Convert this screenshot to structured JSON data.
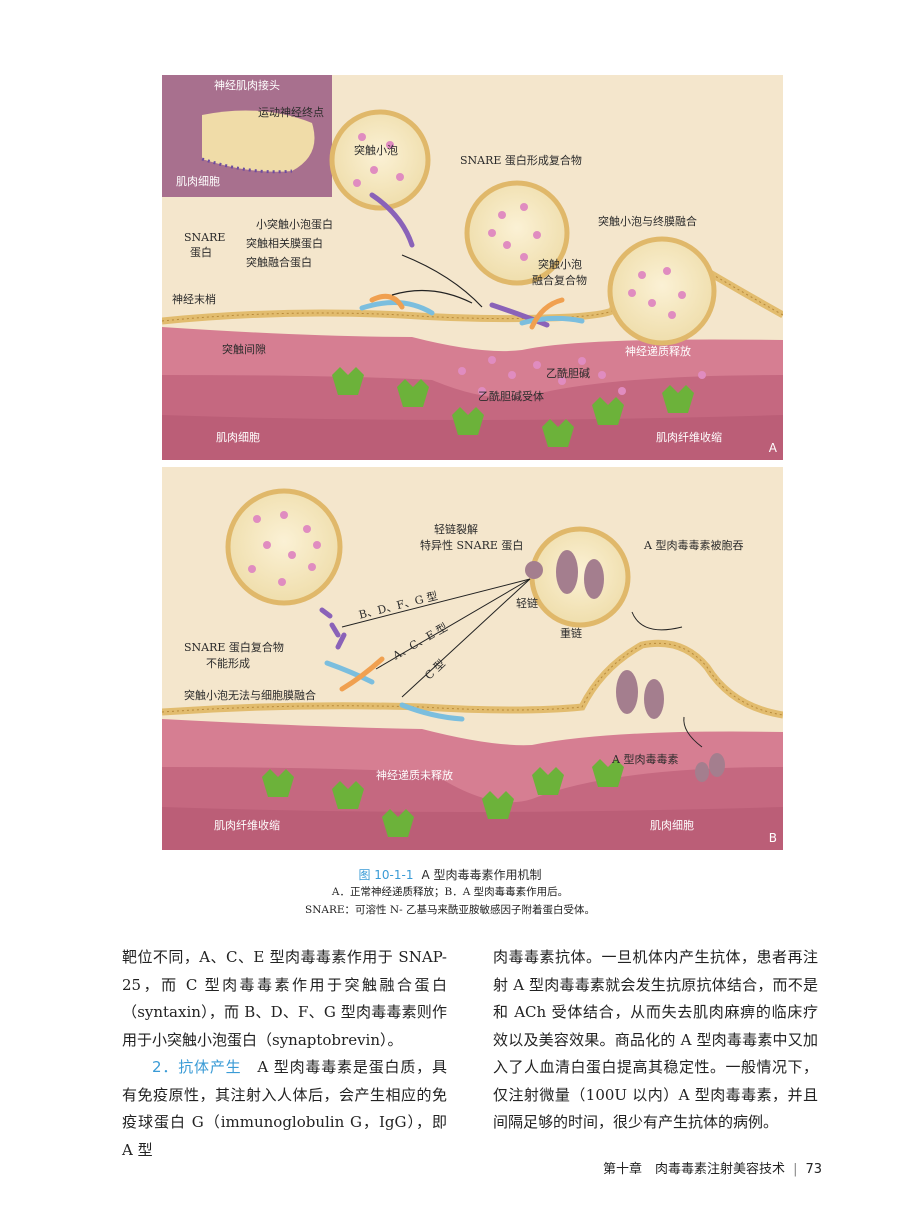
{
  "figure": {
    "panel_a": {
      "corner_label": "A",
      "inset_title": "神经肌肉接头",
      "inset_nerve_terminal": "运动神经终点",
      "inset_muscle_cell": "肌肉细胞",
      "synaptic_vesicle": "突触小泡",
      "snare_complex_forming": "SNARE 蛋白形成复合物",
      "vesicle_fusion": "突触小泡与终膜融合",
      "snare_heading_1": "SNARE",
      "snare_heading_2": "蛋白",
      "snare_item_1": "小突触小泡蛋白",
      "snare_item_2": "突触相关膜蛋白",
      "snare_item_3": "突触融合蛋白",
      "fusion_complex_1": "突触小泡",
      "fusion_complex_2": "融合复合物",
      "nerve_ending": "神经末梢",
      "synaptic_cleft": "突触间隙",
      "transmitter_release": "神经递质释放",
      "acetylcholine": "乙酰胆碱",
      "ach_receptor": "乙酰胆碱受体",
      "muscle_cell": "肌肉细胞",
      "muscle_contraction": "肌肉纤维收缩"
    },
    "panel_b": {
      "corner_label": "B",
      "cleave_1": "轻链裂解",
      "cleave_2": "特异性 SNARE 蛋白",
      "toxin_endocytosed": "A 型肉毒毒素被胞吞",
      "light_chain": "轻链",
      "heavy_chain": "重链",
      "type_bdfg": "B、D、F、G 型",
      "type_ace": "A、C、E 型",
      "type_c": "C 型",
      "no_complex_1": "SNARE 蛋白复合物",
      "no_complex_2": "不能形成",
      "no_fusion": "突触小泡无法与细胞膜融合",
      "toxin_a": "A 型肉毒毒素",
      "not_released": "神经递质未释放",
      "muscle_contraction": "肌肉纤维收缩",
      "muscle_cell": "肌肉细胞"
    },
    "caption": {
      "number": "图 10-1-1",
      "title": "A 型肉毒毒素作用机制",
      "line_a": "A．正常神经递质释放；B．A 型肉毒毒素作用后。",
      "line_b": "SNARE：可溶性 N- 乙基马来酰亚胺敏感因子附着蛋白受体。"
    }
  },
  "body": {
    "left_p1": "靶位不同，A、C、E 型肉毒毒素作用于 SNAP-25，而 C 型肉毒毒素作用于突触融合蛋白（syntaxin），而 B、D、F、G 型肉毒毒素则作用于小突触小泡蛋白（synaptobrevin）。",
    "left_heading": "2．抗体产生",
    "left_p2": "A 型肉毒毒素是蛋白质，具有免疫原性，其注射入人体后，会产生相应的免疫球蛋白 G（immunoglobulin G，IgG），即 A 型",
    "right_p1": "肉毒毒素抗体。一旦机体内产生抗体，患者再注射 A 型肉毒毒素就会发生抗原抗体结合，而不是和 ACh 受体结合，从而失去肌肉麻痹的临床疗效以及美容效果。商品化的 A 型肉毒毒素中又加入了人血清白蛋白提高其稳定性。一般情况下，仅注射微量（100U 以内）A 型肉毒毒素，并且间隔足够的时间，很少有产生抗体的病例。"
  },
  "footer": {
    "chapter": "第十章　肉毒毒素注射美容技术",
    "page": "73"
  },
  "colors": {
    "background": "#f4e6cc",
    "muscle": "#d4798e",
    "membrane": "#e0b86a",
    "inset": "#a8708e",
    "receptor": "#6cb23a",
    "accent": "#3a9bd6"
  }
}
